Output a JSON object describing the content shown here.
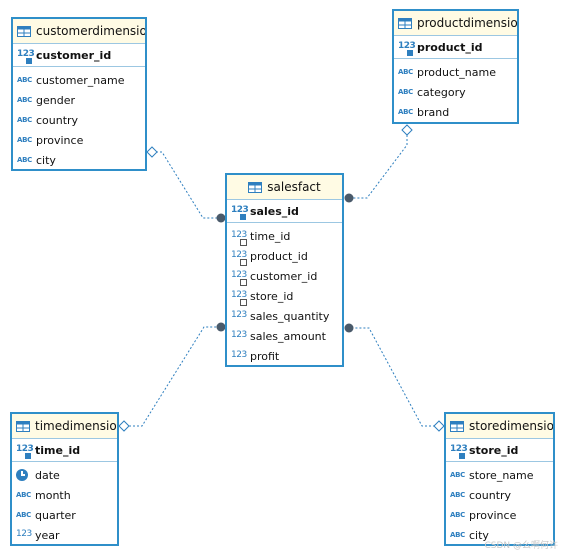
{
  "entities": {
    "customer": {
      "title": "customerdimension",
      "pk": {
        "type": "123",
        "name": "customer_id"
      },
      "columns": [
        {
          "type": "ABC",
          "name": "customer_name"
        },
        {
          "type": "ABC",
          "name": "gender"
        },
        {
          "type": "ABC",
          "name": "country"
        },
        {
          "type": "ABC",
          "name": "province"
        },
        {
          "type": "ABC",
          "name": "city"
        }
      ]
    },
    "product": {
      "title": "productdimension",
      "pk": {
        "type": "123",
        "name": "product_id"
      },
      "columns": [
        {
          "type": "ABC",
          "name": "product_name"
        },
        {
          "type": "ABC",
          "name": "category"
        },
        {
          "type": "ABC",
          "name": "brand"
        }
      ]
    },
    "sales": {
      "title": "salesfact",
      "pk": {
        "type": "123",
        "name": "sales_id"
      },
      "columns": [
        {
          "type": "123",
          "name": "time_id"
        },
        {
          "type": "123",
          "name": "product_id"
        },
        {
          "type": "123",
          "name": "customer_id"
        },
        {
          "type": "123",
          "name": "store_id"
        },
        {
          "type": "123",
          "name": "sales_quantity"
        },
        {
          "type": "123",
          "name": "sales_amount"
        },
        {
          "type": "123",
          "name": "profit"
        }
      ]
    },
    "time": {
      "title": "timedimension",
      "pk": {
        "type": "123",
        "name": "time_id"
      },
      "columns": [
        {
          "type": "date",
          "name": "date"
        },
        {
          "type": "ABC",
          "name": "month"
        },
        {
          "type": "ABC",
          "name": "quarter"
        },
        {
          "type": "123",
          "name": "year"
        }
      ]
    },
    "store": {
      "title": "storedimension",
      "pk": {
        "type": "123",
        "name": "store_id"
      },
      "columns": [
        {
          "type": "ABC",
          "name": "store_name"
        },
        {
          "type": "ABC",
          "name": "country"
        },
        {
          "type": "ABC",
          "name": "province"
        },
        {
          "type": "ABC",
          "name": "city"
        }
      ]
    }
  },
  "icons": {
    "table": "table-icon",
    "primary_key": "primary-key-number-icon",
    "foreign_key": "foreign-key-number-icon",
    "text": "text-type-icon",
    "number": "number-type-icon",
    "date": "clock-icon"
  },
  "colors": {
    "border": "#2f8fc9",
    "header_bg": "#fffbe4",
    "type_icon": "#2e7fbf",
    "link": "#2e7fbf",
    "endpoint": "#4a5a6a"
  },
  "watermark": "CSDN @么啊何许"
}
